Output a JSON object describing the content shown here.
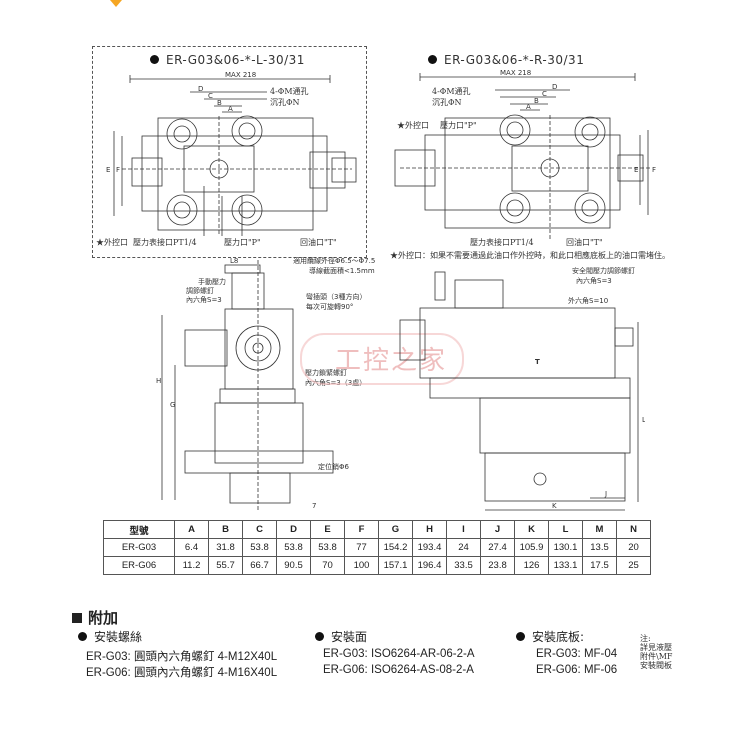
{
  "diagram": {
    "left_title": "ER-G03&06-*-L-30/31",
    "right_title": "ER-G03&06-*-R-30/31",
    "max_label_left": "MAX 218",
    "max_label_right": "MAX 218",
    "dim_letters": {
      "D": "D",
      "C": "C",
      "B": "B",
      "A": "A",
      "E": "E",
      "F": "F",
      "H": "H",
      "G": "G",
      "L": "L",
      "K": "K",
      "J": "J",
      "I": "I",
      "M": "M",
      "N": "N"
    },
    "callouts_left": {
      "through_hole": "4-ΦM通孔",
      "counterbore": "沉孔ΦN",
      "ext_pilot": "★外控口",
      "gauge_port": "壓力表接口PT1/4",
      "p_port": "壓力口\"P\"",
      "t_port": "回油口\"T\""
    },
    "callouts_right": {
      "through_hole": "4-ΦM通孔",
      "counterbore": "沉孔ΦN",
      "ext_pilot": "★外控口",
      "p_port": "壓力口\"P\"",
      "gauge_port": "壓力表接口PT1/4",
      "t_port": "回油口\"T\""
    },
    "footnote": "★外控口：如果不需要通過此油口作外控時，和此口相應底板上的油口需堵住。",
    "side_view_left": {
      "l8": "L8",
      "cable": "適用纜線外徑Φ6.5～Φ7.5",
      "wire_area": "導線截面積<1.5mm",
      "manual_adjust_1": "手動壓力",
      "manual_adjust_2": "調節螺釘",
      "manual_adjust_3": "內六角S=3",
      "socket_1": "彎插頭（3種方向）",
      "socket_2": "每次可旋轉90°",
      "lock_1": "壓力鎖緊螺釘",
      "lock_2": "內六角S=3（3處）",
      "locating_pin": "定位銷Φ6",
      "t7": "7"
    },
    "side_view_right": {
      "safety_1": "安全閥壓力調節螺釘",
      "safety_2": "內六角S=3",
      "hex10": "外六角S=10",
      "t_mark": "T"
    },
    "watermark": "工控之家"
  },
  "spec_table": {
    "header": [
      "型號",
      "A",
      "B",
      "C",
      "D",
      "E",
      "F",
      "G",
      "H",
      "I",
      "J",
      "K",
      "L",
      "M",
      "N"
    ],
    "rows": [
      [
        "ER-G03",
        "6.4",
        "31.8",
        "53.8",
        "53.8",
        "53.8",
        "77",
        "154.2",
        "193.4",
        "24",
        "27.4",
        "105.9",
        "130.1",
        "13.5",
        "20"
      ],
      [
        "ER-G06",
        "11.2",
        "55.7",
        "66.7",
        "90.5",
        "70",
        "100",
        "157.1",
        "196.4",
        "33.5",
        "23.8",
        "126",
        "133.1",
        "17.5",
        "25"
      ]
    ]
  },
  "accessories": {
    "title": "附加",
    "bolts": {
      "heading": "安裝螺絲",
      "g03_model": "ER-G03:",
      "g03_text": "圓頭內六角螺釘 4-M12X40L",
      "g06_model": "ER-G06:",
      "g06_text": "圓頭內六角螺釘 4-M16X40L"
    },
    "surface": {
      "heading": "安裝面",
      "g03_model": "ER-G03:",
      "g03_text": "ISO6264-AR-06-2-A",
      "g06_model": "ER-G06:",
      "g06_text": "ISO6264-AS-08-2-A"
    },
    "base": {
      "heading": "安裝底板:",
      "g03_model": "ER-G03:",
      "g03_text": "MF-04",
      "g06_model": "ER-G06:",
      "g06_text": "MF-06",
      "note_1": "注:",
      "note_2": "詳見液壓",
      "note_3": "附件\\MF",
      "note_4": "安裝閥板"
    }
  },
  "colors": {
    "accent": "#f5a623",
    "line": "#333333",
    "watermark": "#e38a8a"
  }
}
